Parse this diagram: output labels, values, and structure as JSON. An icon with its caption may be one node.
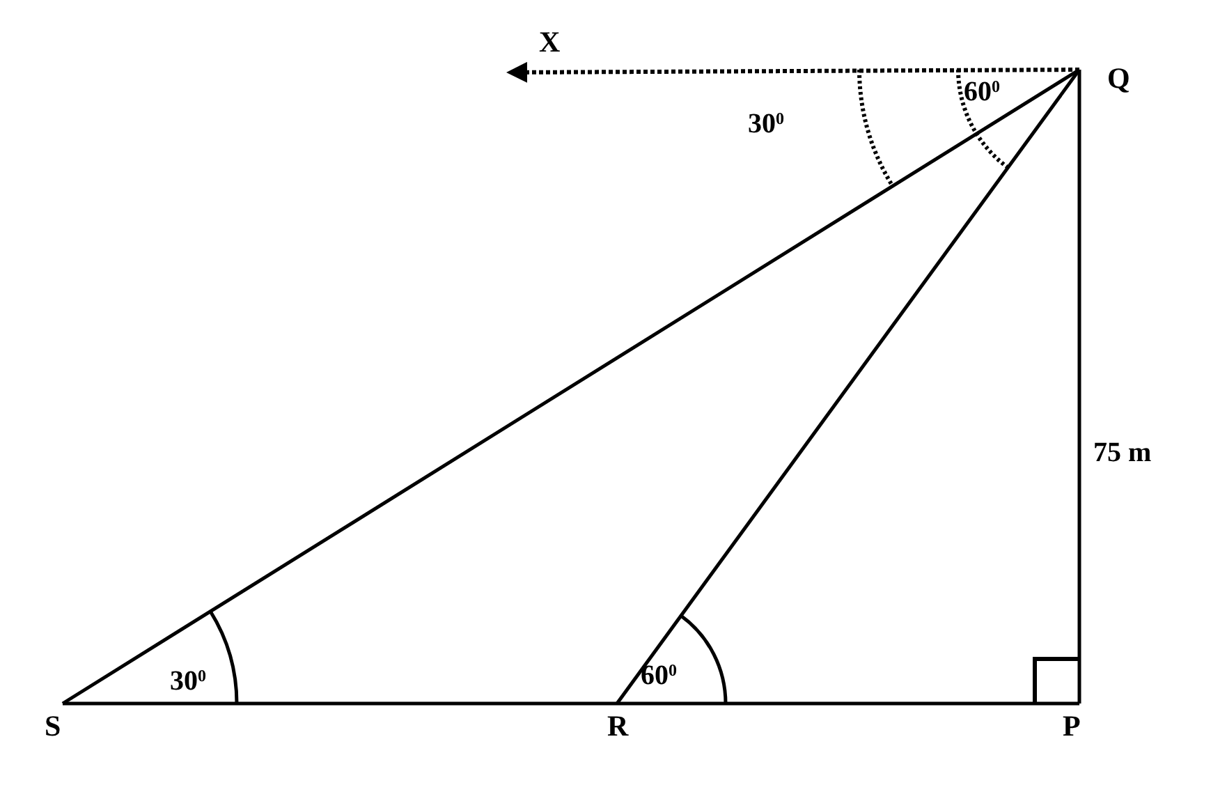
{
  "diagram": {
    "nodes": [
      {
        "text": [
          "X"
        ]
      },
      {
        "text": [
          "Q"
        ]
      },
      {
        "text": [
          "S"
        ]
      },
      {
        "text": [
          "R"
        ]
      },
      {
        "text": [
          "P"
        ]
      }
    ],
    "edges": [
      {
        "from": 1,
        "to": 0,
        "arrow": "to",
        "style": "dashed"
      },
      {
        "from": 1,
        "to": 2,
        "arrow": "none"
      },
      {
        "from": 1,
        "to": 3,
        "arrow": "none"
      },
      {
        "from": 1,
        "to": 4,
        "arrow": "none"
      },
      {
        "from": 2,
        "to": 3,
        "arrow": "none"
      },
      {
        "from": 3,
        "to": 4,
        "arrow": "none"
      }
    ],
    "labels": [
      "30$^{0}$",
      "60$^{0}$",
      "75 m",
      "30$^{0}$",
      "60$^{0}$"
    ]
  }
}
